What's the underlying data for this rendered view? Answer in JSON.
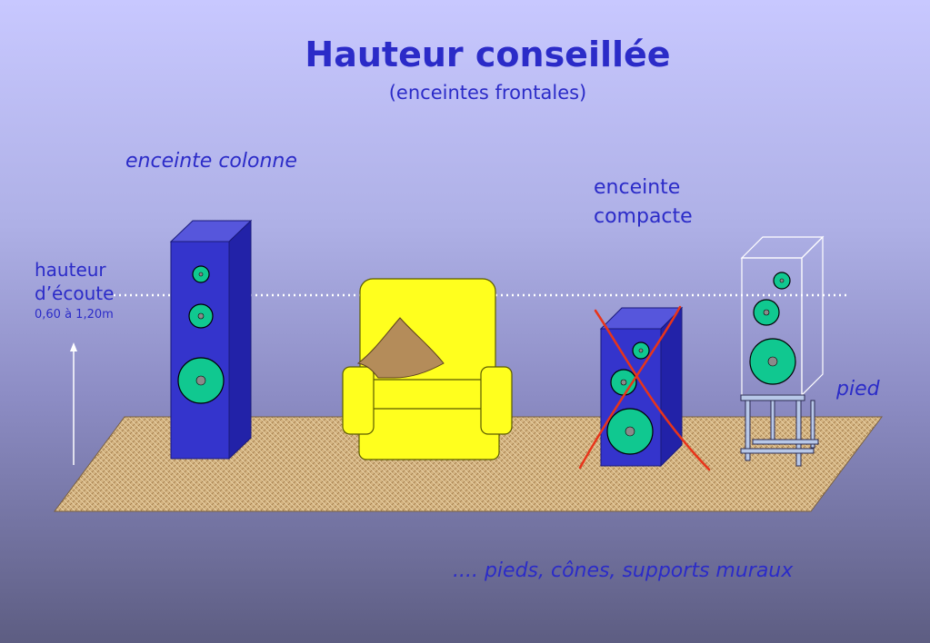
{
  "slide": {
    "title": "Hauteur conseillée",
    "subtitle": "(enceintes frontales)",
    "labels": {
      "floor_speaker": "enceinte colonne",
      "compact_speaker_line1": "enceinte",
      "compact_speaker_line2": "compacte",
      "listening_height_line1": "hauteur",
      "listening_height_line2": "d’écoute",
      "listening_height_range": "0,60 à 1,20m",
      "stand": "pied",
      "footer_note": ".... pieds, cônes, supports muraux"
    }
  },
  "colors": {
    "text": "#2b2bc8",
    "speaker_blue": "#3434cc",
    "driver_green": "#10c890",
    "armchair_yellow": "#ffff1e",
    "cross_red": "#e8341a",
    "rug": "#d2b27e",
    "guide_line": "#ffffff"
  }
}
